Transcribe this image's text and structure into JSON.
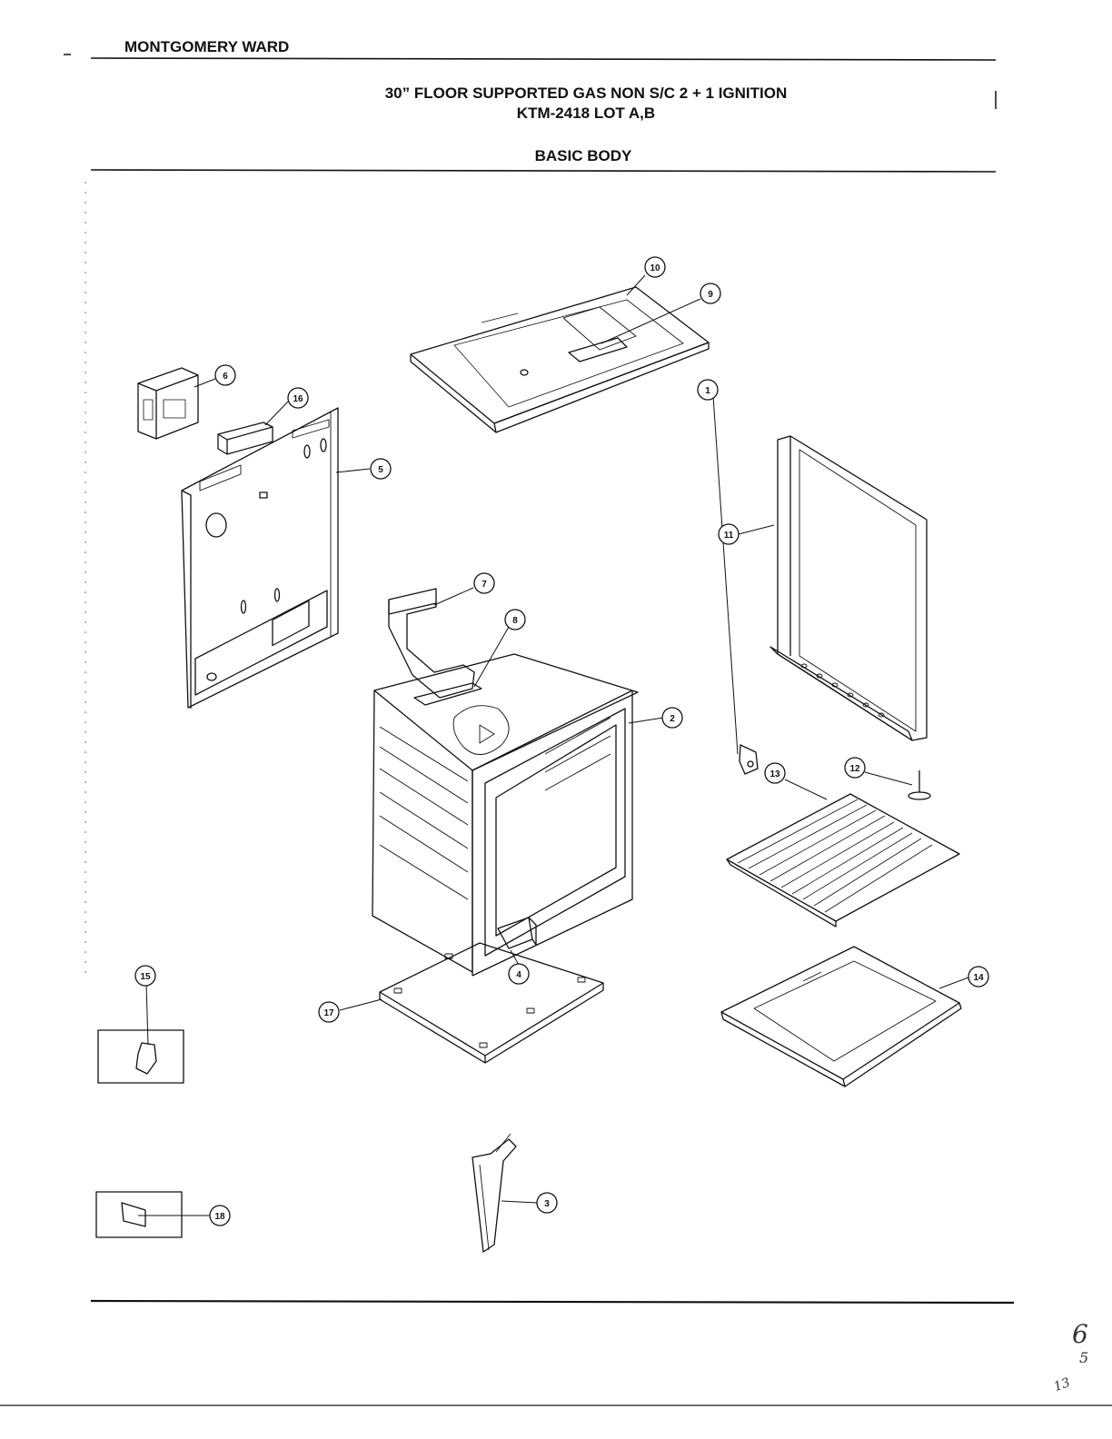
{
  "header": {
    "brand": "MONTGOMERY WARD",
    "title_line1": "30” FLOOR SUPPORTED GAS NON S/C 2 + 1 IGNITION",
    "title_line2": "KTM-2418 LOT A,B",
    "section": "BASIC BODY"
  },
  "callouts": [
    "10",
    "9",
    "6",
    "16",
    "5",
    "11",
    "7",
    "8",
    "1",
    "2",
    "12",
    "13",
    "4",
    "14",
    "15",
    "17",
    "3",
    "18"
  ],
  "margin_notes": [
    "6",
    "5",
    "13"
  ]
}
